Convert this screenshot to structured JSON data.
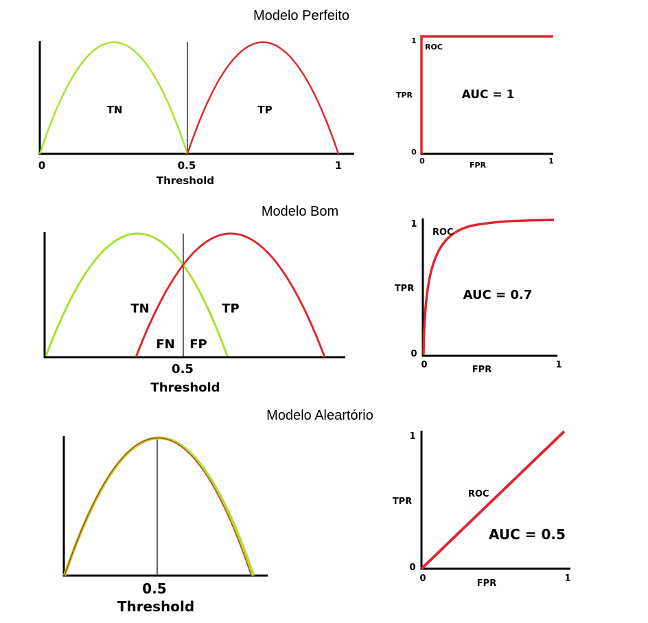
{
  "panels": [
    {
      "title": "Modelo Perfeito",
      "dist": {
        "labels": {
          "tn": "TN",
          "tp": "TP"
        },
        "ticks": {
          "left": "0",
          "mid": "0.5",
          "right": "1"
        },
        "xlabel": "Threshold"
      },
      "roc": {
        "curve_label": "ROC",
        "auc": "AUC = 1",
        "ylabel": "TPR",
        "xlabel": "FPR",
        "y1": "1",
        "y0": "0",
        "x0": "0",
        "x1": "1"
      }
    },
    {
      "title": "Modelo Bom",
      "dist": {
        "labels": {
          "tn": "TN",
          "tp": "TP",
          "fn": "FN",
          "fp": "FP"
        },
        "ticks": {
          "mid": "0.5"
        },
        "xlabel": "Threshold"
      },
      "roc": {
        "curve_label": "ROC",
        "auc": "AUC = 0.7",
        "ylabel": "TPR",
        "xlabel": "FPR",
        "y1": "1",
        "y0": "0",
        "x0": "0",
        "x1": "1"
      }
    },
    {
      "title": "Modelo Aleartório",
      "dist": {
        "ticks": {
          "mid": "0.5"
        },
        "xlabel": "Threshold"
      },
      "roc": {
        "curve_label": "ROC",
        "auc": "AUC = 0.5",
        "ylabel": "TPR",
        "xlabel": "FPR",
        "y1": "1",
        "y0": "0",
        "x0": "0",
        "x1": "1"
      }
    }
  ],
  "colors": {
    "negative": "#a6e22a",
    "positive": "#e0262f",
    "axis": "#000000"
  }
}
